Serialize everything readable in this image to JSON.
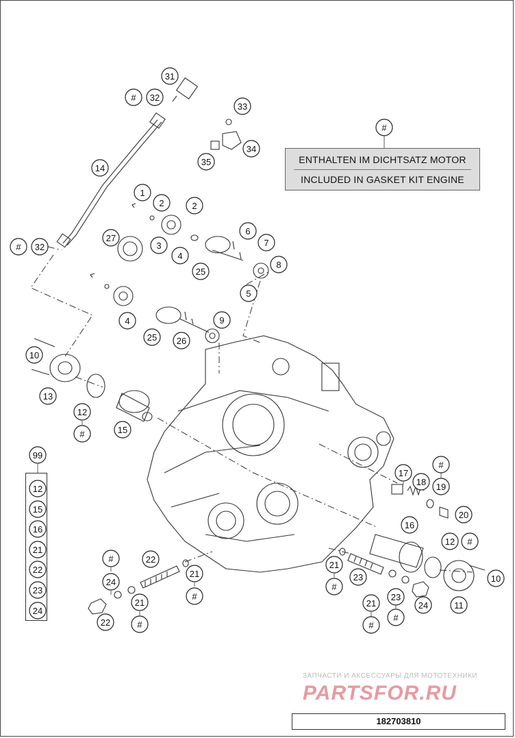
{
  "legend": {
    "marker": "#",
    "line_de": "ENTHALTEN IM DICHTSATZ MOTOR",
    "line_en": "INCLUDED IN GASKET KIT ENGINE"
  },
  "callouts": [
    "31",
    "#",
    "32",
    "33",
    "34",
    "35",
    "14",
    "#",
    "32",
    "1",
    "2",
    "2",
    "27",
    "3",
    "4",
    "6",
    "7",
    "8",
    "25",
    "5",
    "4",
    "9",
    "25",
    "26",
    "10",
    "13",
    "12",
    "#",
    "15",
    "99",
    "12",
    "15",
    "16",
    "21",
    "22",
    "23",
    "24",
    "17",
    "18",
    "#",
    "19",
    "20",
    "16",
    "12",
    "#",
    "10",
    "11",
    "22",
    "21",
    "#",
    "21",
    "#",
    "23",
    "#",
    "24",
    "22",
    "21",
    "#",
    "#",
    "23",
    "21",
    "#",
    "24"
  ],
  "watermark": {
    "tagline": "ЗАПЧАСТИ И АКСЕССУАРЫ ДЛЯ МОТОТЕХНИКИ",
    "brand": "PARTSFOR.RU"
  },
  "document_number": "182703810"
}
